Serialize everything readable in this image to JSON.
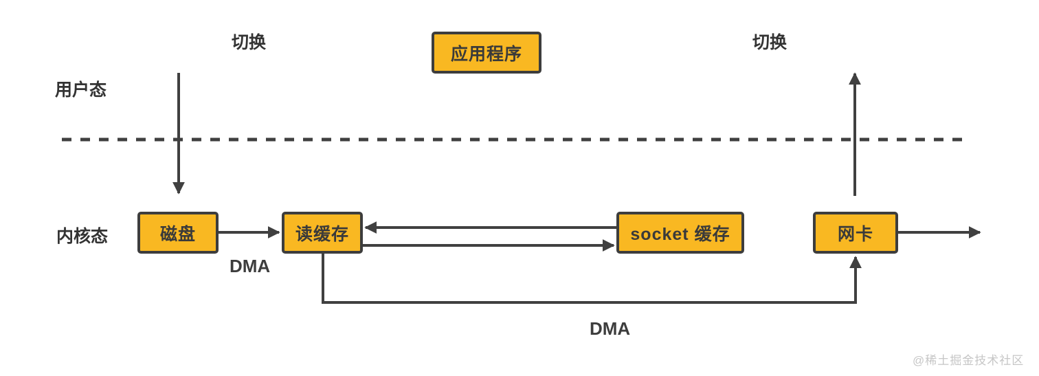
{
  "diagram": {
    "app_box_label": "应用程序",
    "zones": {
      "user_mode": "用户态",
      "kernel_mode": "内核态"
    },
    "switch_labels": {
      "left": "切换",
      "right": "切换"
    },
    "boxes": {
      "disk": "磁盘",
      "read_buffer": "读缓存",
      "socket_buffer": "socket 缓存",
      "nic": "网卡"
    },
    "dma_labels": {
      "disk_to_read": "DMA",
      "read_to_nic": "DMA"
    },
    "watermark": "@稀土掘金技术社区",
    "colors": {
      "box_fill": "#f9b822",
      "box_border": "#3d3d3d",
      "arrow": "#404040",
      "label_text": "#333333",
      "watermark_text": "#c6c6c6",
      "background": "#ffffff"
    }
  }
}
